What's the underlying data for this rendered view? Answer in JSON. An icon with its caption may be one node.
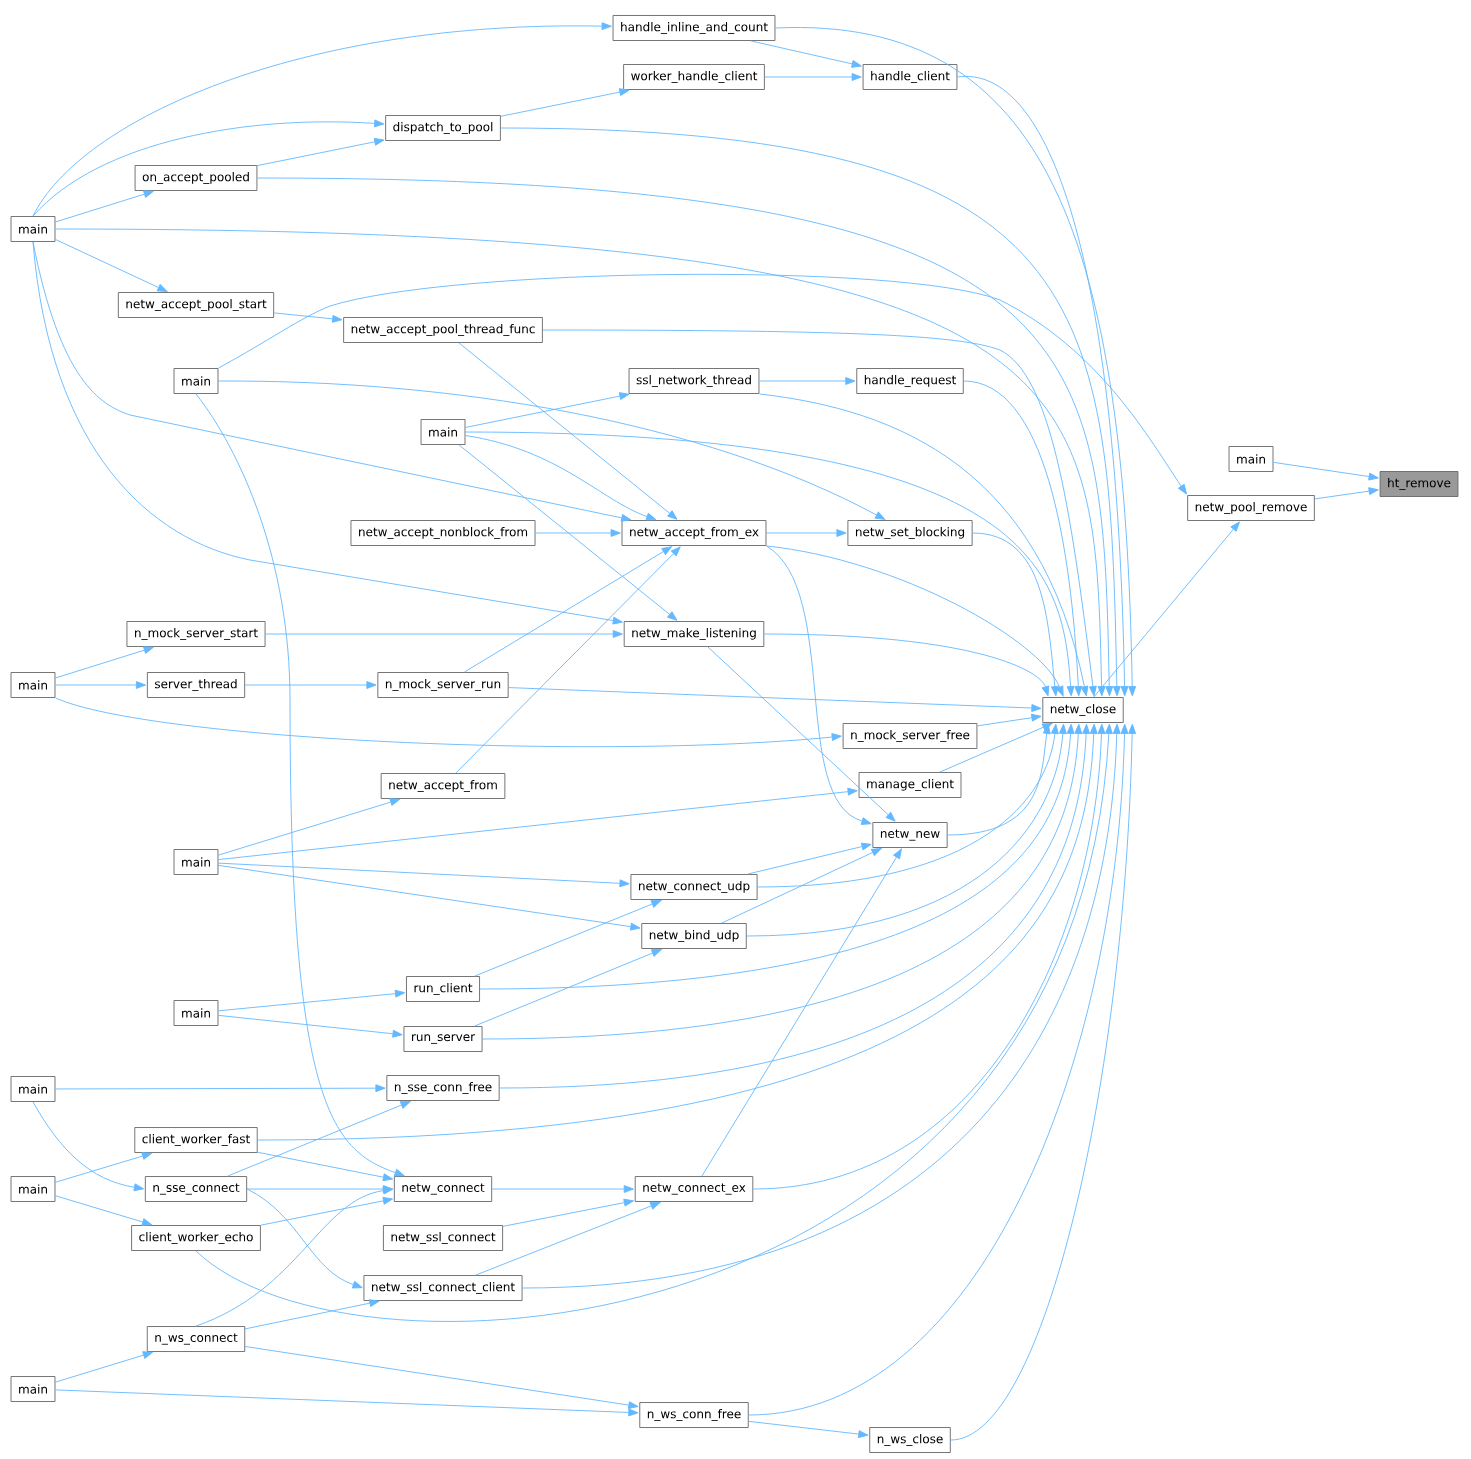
{
  "diagram": {
    "nodes": [
      {
        "text": [
          "ht_remove"
        ]
      },
      {
        "text": [
          "main"
        ]
      },
      {
        "text": [
          "netw_pool_remove"
        ]
      },
      {
        "text": [
          "netw_close"
        ]
      },
      {
        "text": [
          "handle_client"
        ]
      },
      {
        "text": [
          "handle_request"
        ]
      },
      {
        "text": [
          "netw_set_blocking"
        ]
      },
      {
        "text": [
          "n_mock_server_free"
        ]
      },
      {
        "text": [
          "manage_client"
        ]
      },
      {
        "text": [
          "netw_new"
        ]
      },
      {
        "text": [
          "n_ws_close"
        ]
      },
      {
        "text": [
          "handle_inline_and_count"
        ]
      },
      {
        "text": [
          "worker_handle_client"
        ]
      },
      {
        "text": [
          "ssl_network_thread"
        ]
      },
      {
        "text": [
          "netw_accept_from_ex"
        ]
      },
      {
        "text": [
          "netw_make_listening"
        ]
      },
      {
        "text": [
          "netw_connect_udp"
        ]
      },
      {
        "text": [
          "netw_bind_udp"
        ]
      },
      {
        "text": [
          "netw_connect_ex"
        ]
      },
      {
        "text": [
          "n_ws_conn_free"
        ]
      },
      {
        "text": [
          "dispatch_to_pool"
        ]
      },
      {
        "text": [
          "netw_accept_pool_thread_func"
        ]
      },
      {
        "text": [
          "main"
        ]
      },
      {
        "text": [
          "netw_accept_nonblock_from"
        ]
      },
      {
        "text": [
          "n_mock_server_run"
        ]
      },
      {
        "text": [
          "netw_accept_from"
        ]
      },
      {
        "text": [
          "run_client"
        ]
      },
      {
        "text": [
          "run_server"
        ]
      },
      {
        "text": [
          "n_sse_conn_free"
        ]
      },
      {
        "text": [
          "netw_connect"
        ]
      },
      {
        "text": [
          "netw_ssl_connect"
        ]
      },
      {
        "text": [
          "netw_ssl_connect_client"
        ]
      },
      {
        "text": [
          "on_accept_pooled"
        ]
      },
      {
        "text": [
          "netw_accept_pool_start"
        ]
      },
      {
        "text": [
          "main"
        ]
      },
      {
        "text": [
          "n_mock_server_start"
        ]
      },
      {
        "text": [
          "server_thread"
        ]
      },
      {
        "text": [
          "main"
        ]
      },
      {
        "text": [
          "main"
        ]
      },
      {
        "text": [
          "client_worker_fast"
        ]
      },
      {
        "text": [
          "n_sse_connect"
        ]
      },
      {
        "text": [
          "client_worker_echo"
        ]
      },
      {
        "text": [
          "n_ws_connect"
        ]
      },
      {
        "text": [
          "main"
        ]
      },
      {
        "text": [
          "main"
        ]
      },
      {
        "text": [
          "main"
        ]
      },
      {
        "text": [
          "main"
        ]
      },
      {
        "text": [
          "main"
        ]
      }
    ],
    "edges": [
      {
        "from": 1,
        "to": 0,
        "arrow": "to"
      },
      {
        "from": 2,
        "to": 0,
        "arrow": "to"
      },
      {
        "from": 3,
        "to": 2,
        "arrow": "to"
      },
      {
        "from": 11,
        "to": 3,
        "arrow": "to"
      },
      {
        "from": 4,
        "to": 3,
        "arrow": "to"
      },
      {
        "from": 20,
        "to": 3,
        "arrow": "to"
      },
      {
        "from": 32,
        "to": 3,
        "arrow": "to"
      },
      {
        "from": 43,
        "to": 3,
        "arrow": "to"
      },
      {
        "from": 21,
        "to": 3,
        "arrow": "to"
      },
      {
        "from": 5,
        "to": 3,
        "arrow": "to"
      },
      {
        "from": 13,
        "to": 3,
        "arrow": "to"
      },
      {
        "from": 22,
        "to": 3,
        "arrow": "to"
      },
      {
        "from": 6,
        "to": 3,
        "arrow": "to"
      },
      {
        "from": 14,
        "to": 3,
        "arrow": "to"
      },
      {
        "from": 15,
        "to": 3,
        "arrow": "to"
      },
      {
        "from": 24,
        "to": 3,
        "arrow": "to"
      },
      {
        "from": 7,
        "to": 3,
        "arrow": "to"
      },
      {
        "from": 8,
        "to": 3,
        "arrow": "to"
      },
      {
        "from": 9,
        "to": 3,
        "arrow": "to"
      },
      {
        "from": 16,
        "to": 3,
        "arrow": "to"
      },
      {
        "from": 17,
        "to": 3,
        "arrow": "to"
      },
      {
        "from": 26,
        "to": 3,
        "arrow": "to"
      },
      {
        "from": 27,
        "to": 3,
        "arrow": "to"
      },
      {
        "from": 28,
        "to": 3,
        "arrow": "to"
      },
      {
        "from": 39,
        "to": 3,
        "arrow": "to"
      },
      {
        "from": 18,
        "to": 3,
        "arrow": "to"
      },
      {
        "from": 31,
        "to": 3,
        "arrow": "to"
      },
      {
        "from": 41,
        "to": 3,
        "arrow": "to"
      },
      {
        "from": 19,
        "to": 3,
        "arrow": "to"
      },
      {
        "from": 10,
        "to": 3,
        "arrow": "to"
      },
      {
        "from": 34,
        "to": 2,
        "arrow": "to"
      },
      {
        "from": 12,
        "to": 4,
        "arrow": "to"
      },
      {
        "from": 11,
        "to": 4,
        "arrow": "to"
      },
      {
        "from": 20,
        "to": 12,
        "arrow": "to"
      },
      {
        "from": 32,
        "to": 20,
        "arrow": "to"
      },
      {
        "from": 43,
        "to": 11,
        "arrow": "to"
      },
      {
        "from": 43,
        "to": 20,
        "arrow": "to"
      },
      {
        "from": 43,
        "to": 32,
        "arrow": "to"
      },
      {
        "from": 43,
        "to": 33,
        "arrow": "to"
      },
      {
        "from": 33,
        "to": 21,
        "arrow": "to"
      },
      {
        "from": 43,
        "to": 14,
        "arrow": "to"
      },
      {
        "from": 43,
        "to": 15,
        "arrow": "to"
      },
      {
        "from": 13,
        "to": 5,
        "arrow": "to"
      },
      {
        "from": 22,
        "to": 13,
        "arrow": "to"
      },
      {
        "from": 34,
        "to": 6,
        "arrow": "to"
      },
      {
        "from": 21,
        "to": 14,
        "arrow": "to"
      },
      {
        "from": 22,
        "to": 14,
        "arrow": "to"
      },
      {
        "from": 22,
        "to": 15,
        "arrow": "to"
      },
      {
        "from": 23,
        "to": 14,
        "arrow": "to"
      },
      {
        "from": 14,
        "to": 6,
        "arrow": "to"
      },
      {
        "from": 24,
        "to": 14,
        "arrow": "to"
      },
      {
        "from": 25,
        "to": 14,
        "arrow": "to"
      },
      {
        "from": 14,
        "to": 9,
        "arrow": "to"
      },
      {
        "from": 15,
        "to": 9,
        "arrow": "to"
      },
      {
        "from": 35,
        "to": 15,
        "arrow": "to"
      },
      {
        "from": 44,
        "to": 35,
        "arrow": "to"
      },
      {
        "from": 44,
        "to": 36,
        "arrow": "to"
      },
      {
        "from": 36,
        "to": 24,
        "arrow": "to"
      },
      {
        "from": 44,
        "to": 7,
        "arrow": "to"
      },
      {
        "from": 37,
        "to": 25,
        "arrow": "to"
      },
      {
        "from": 37,
        "to": 8,
        "arrow": "to"
      },
      {
        "from": 37,
        "to": 16,
        "arrow": "to"
      },
      {
        "from": 37,
        "to": 17,
        "arrow": "to"
      },
      {
        "from": 16,
        "to": 9,
        "arrow": "to"
      },
      {
        "from": 17,
        "to": 9,
        "arrow": "to"
      },
      {
        "from": 26,
        "to": 16,
        "arrow": "to"
      },
      {
        "from": 27,
        "to": 17,
        "arrow": "to"
      },
      {
        "from": 38,
        "to": 26,
        "arrow": "to"
      },
      {
        "from": 38,
        "to": 27,
        "arrow": "to"
      },
      {
        "from": 18,
        "to": 9,
        "arrow": "to"
      },
      {
        "from": 45,
        "to": 28,
        "arrow": "to"
      },
      {
        "from": 45,
        "to": 40,
        "arrow": "to"
      },
      {
        "from": 40,
        "to": 28,
        "arrow": "to"
      },
      {
        "from": 46,
        "to": 39,
        "arrow": "to"
      },
      {
        "from": 46,
        "to": 41,
        "arrow": "to"
      },
      {
        "from": 39,
        "to": 29,
        "arrow": "to"
      },
      {
        "from": 40,
        "to": 29,
        "arrow": "to"
      },
      {
        "from": 41,
        "to": 29,
        "arrow": "to"
      },
      {
        "from": 42,
        "to": 29,
        "arrow": "to"
      },
      {
        "from": 34,
        "to": 29,
        "arrow": "to"
      },
      {
        "from": 29,
        "to": 18,
        "arrow": "to"
      },
      {
        "from": 30,
        "to": 18,
        "arrow": "to"
      },
      {
        "from": 31,
        "to": 18,
        "arrow": "to"
      },
      {
        "from": 40,
        "to": 31,
        "arrow": "to"
      },
      {
        "from": 42,
        "to": 31,
        "arrow": "to"
      },
      {
        "from": 47,
        "to": 42,
        "arrow": "to"
      },
      {
        "from": 47,
        "to": 19,
        "arrow": "to"
      },
      {
        "from": 42,
        "to": 19,
        "arrow": "to"
      },
      {
        "from": 19,
        "to": 10,
        "arrow": "to"
      }
    ]
  }
}
